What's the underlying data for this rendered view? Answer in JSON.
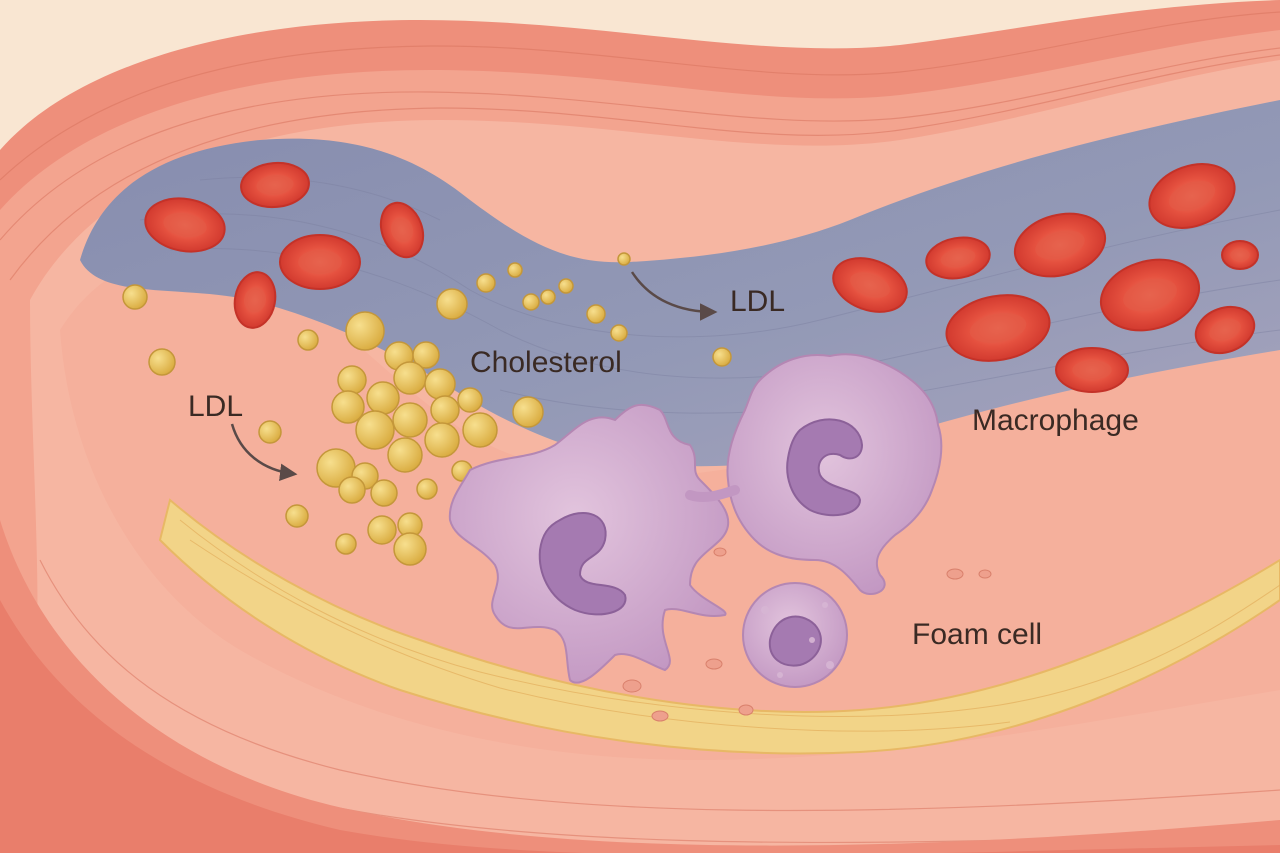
{
  "labels": {
    "ldl_lumen": "LDL",
    "ldl_wall": "LDL",
    "cholesterol": "Cholesterol",
    "macrophage": "Macrophage",
    "foam_cell": "Foam cell"
  },
  "colors": {
    "background": "#f9e6d2",
    "artery_wall": "#f3a08c",
    "intima": "#f6b7a3",
    "lumen": "#8f93b0",
    "red_blood_cell": "#e0483a",
    "lipid": "#e6c25c",
    "fatty_streak": "#f2d488",
    "macrophage": "#cfa8cc",
    "nucleus": "#a476b0",
    "text": "#3a2a24"
  },
  "icons": {
    "arrow": "curved-arrow-icon"
  }
}
